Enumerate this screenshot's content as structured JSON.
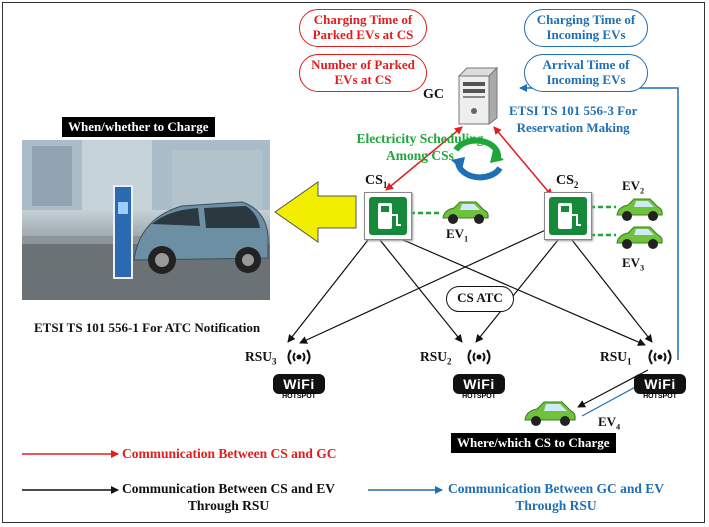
{
  "pills": {
    "red_charging_time": "Charging Time of Parked EVs at CS",
    "red_number_parked": "Number of Parked EVs at CS",
    "blue_charging_time": "Charging Time of Incoming EVs",
    "blue_arrival_time": "Arrival Time of Incoming EVs",
    "cs_atc": "CS ATC"
  },
  "nodes": {
    "gc": "GC",
    "cs1": "CS",
    "cs1_sub": "1",
    "cs2": "CS",
    "cs2_sub": "2",
    "ev1": "EV",
    "ev1_sub": "1",
    "ev2": "EV",
    "ev2_sub": "2",
    "ev3": "EV",
    "ev3_sub": "3",
    "ev4": "EV",
    "ev4_sub": "4",
    "rsu1": "RSU",
    "rsu1_sub": "1",
    "rsu2": "RSU",
    "rsu2_sub": "2",
    "rsu3": "RSU",
    "rsu3_sub": "3"
  },
  "labels": {
    "when_whether": "When/whether to Charge",
    "where_which": "Where/which CS to Charge",
    "electricity_1": "Electricity Scheduling",
    "electricity_2": "Among CSs",
    "etsi_3_1": "ETSI TS 101 556-3 For",
    "etsi_3_2": "Reservation Making",
    "etsi_1": "ETSI TS 101 556-1 For ATC Notification",
    "wifi": "WiFi",
    "hotspot": "HOTSPOT"
  },
  "legend": {
    "cs_gc": "Communication Between CS and GC",
    "cs_ev_1": "Communication Between CS and EV",
    "cs_ev_2": "Through RSU",
    "gc_ev_1": "Communication Between GC and EV",
    "gc_ev_2": "Through RSU"
  },
  "colors": {
    "red": "#e31d1d",
    "blue": "#1e6fb4",
    "green": "#1fa63a",
    "black": "#111111",
    "yellow_arrow": "#f2ee00"
  }
}
